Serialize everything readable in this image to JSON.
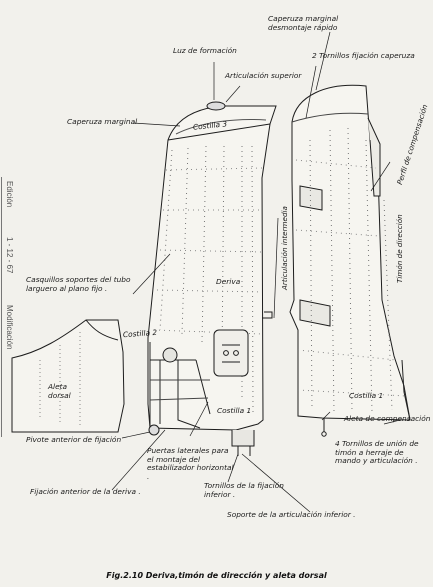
{
  "caption": "Fig.2.10 Deriva,timón de dirección y aleta dorsal",
  "sidebar": {
    "edition": "Edición",
    "date": "1 - 12 - 67",
    "modification": "Modificación"
  },
  "labels": {
    "caperuza_rapido": "Caperuza marginal desmontaje rápido",
    "luz_formacion": "Luz de formación",
    "articulacion_superior": "Articulación superior",
    "tornillos_caperuza": "2 Tornillos fijación caperuza",
    "caperuza_marginal": "Caperuza marginal",
    "costilla_3": "Costilla 3",
    "perfil_compensacion": "Perfil de compensación",
    "casquillos": "Casquillos soportes del tubo larguero al plano fijo .",
    "articulacion_intermedia": "Articulación intermedia",
    "timon": "Timón de dirección",
    "deriva": "Deriva",
    "costilla_2": "Costilla 2",
    "aleta_dorsal": "Aleta dorsal",
    "costilla_1a": "Costilla 1",
    "costilla_1b": "Costilla 1",
    "aleta_compensacion": "Aleta de compensación",
    "pivote": "Pivote anterior de fijación",
    "puertas": "Puertas laterales para el montaje del estabilizador horizontal .",
    "tornillos_union": "4 Tornillos de unión de timón a herraje de mando y articulación .",
    "fijacion_anterior": "Fijación anterior de la deriva .",
    "tornillos_fijacion": "Tornillos de la fijación inferior .",
    "soporte": "Soporte de la articulación inferior ."
  }
}
